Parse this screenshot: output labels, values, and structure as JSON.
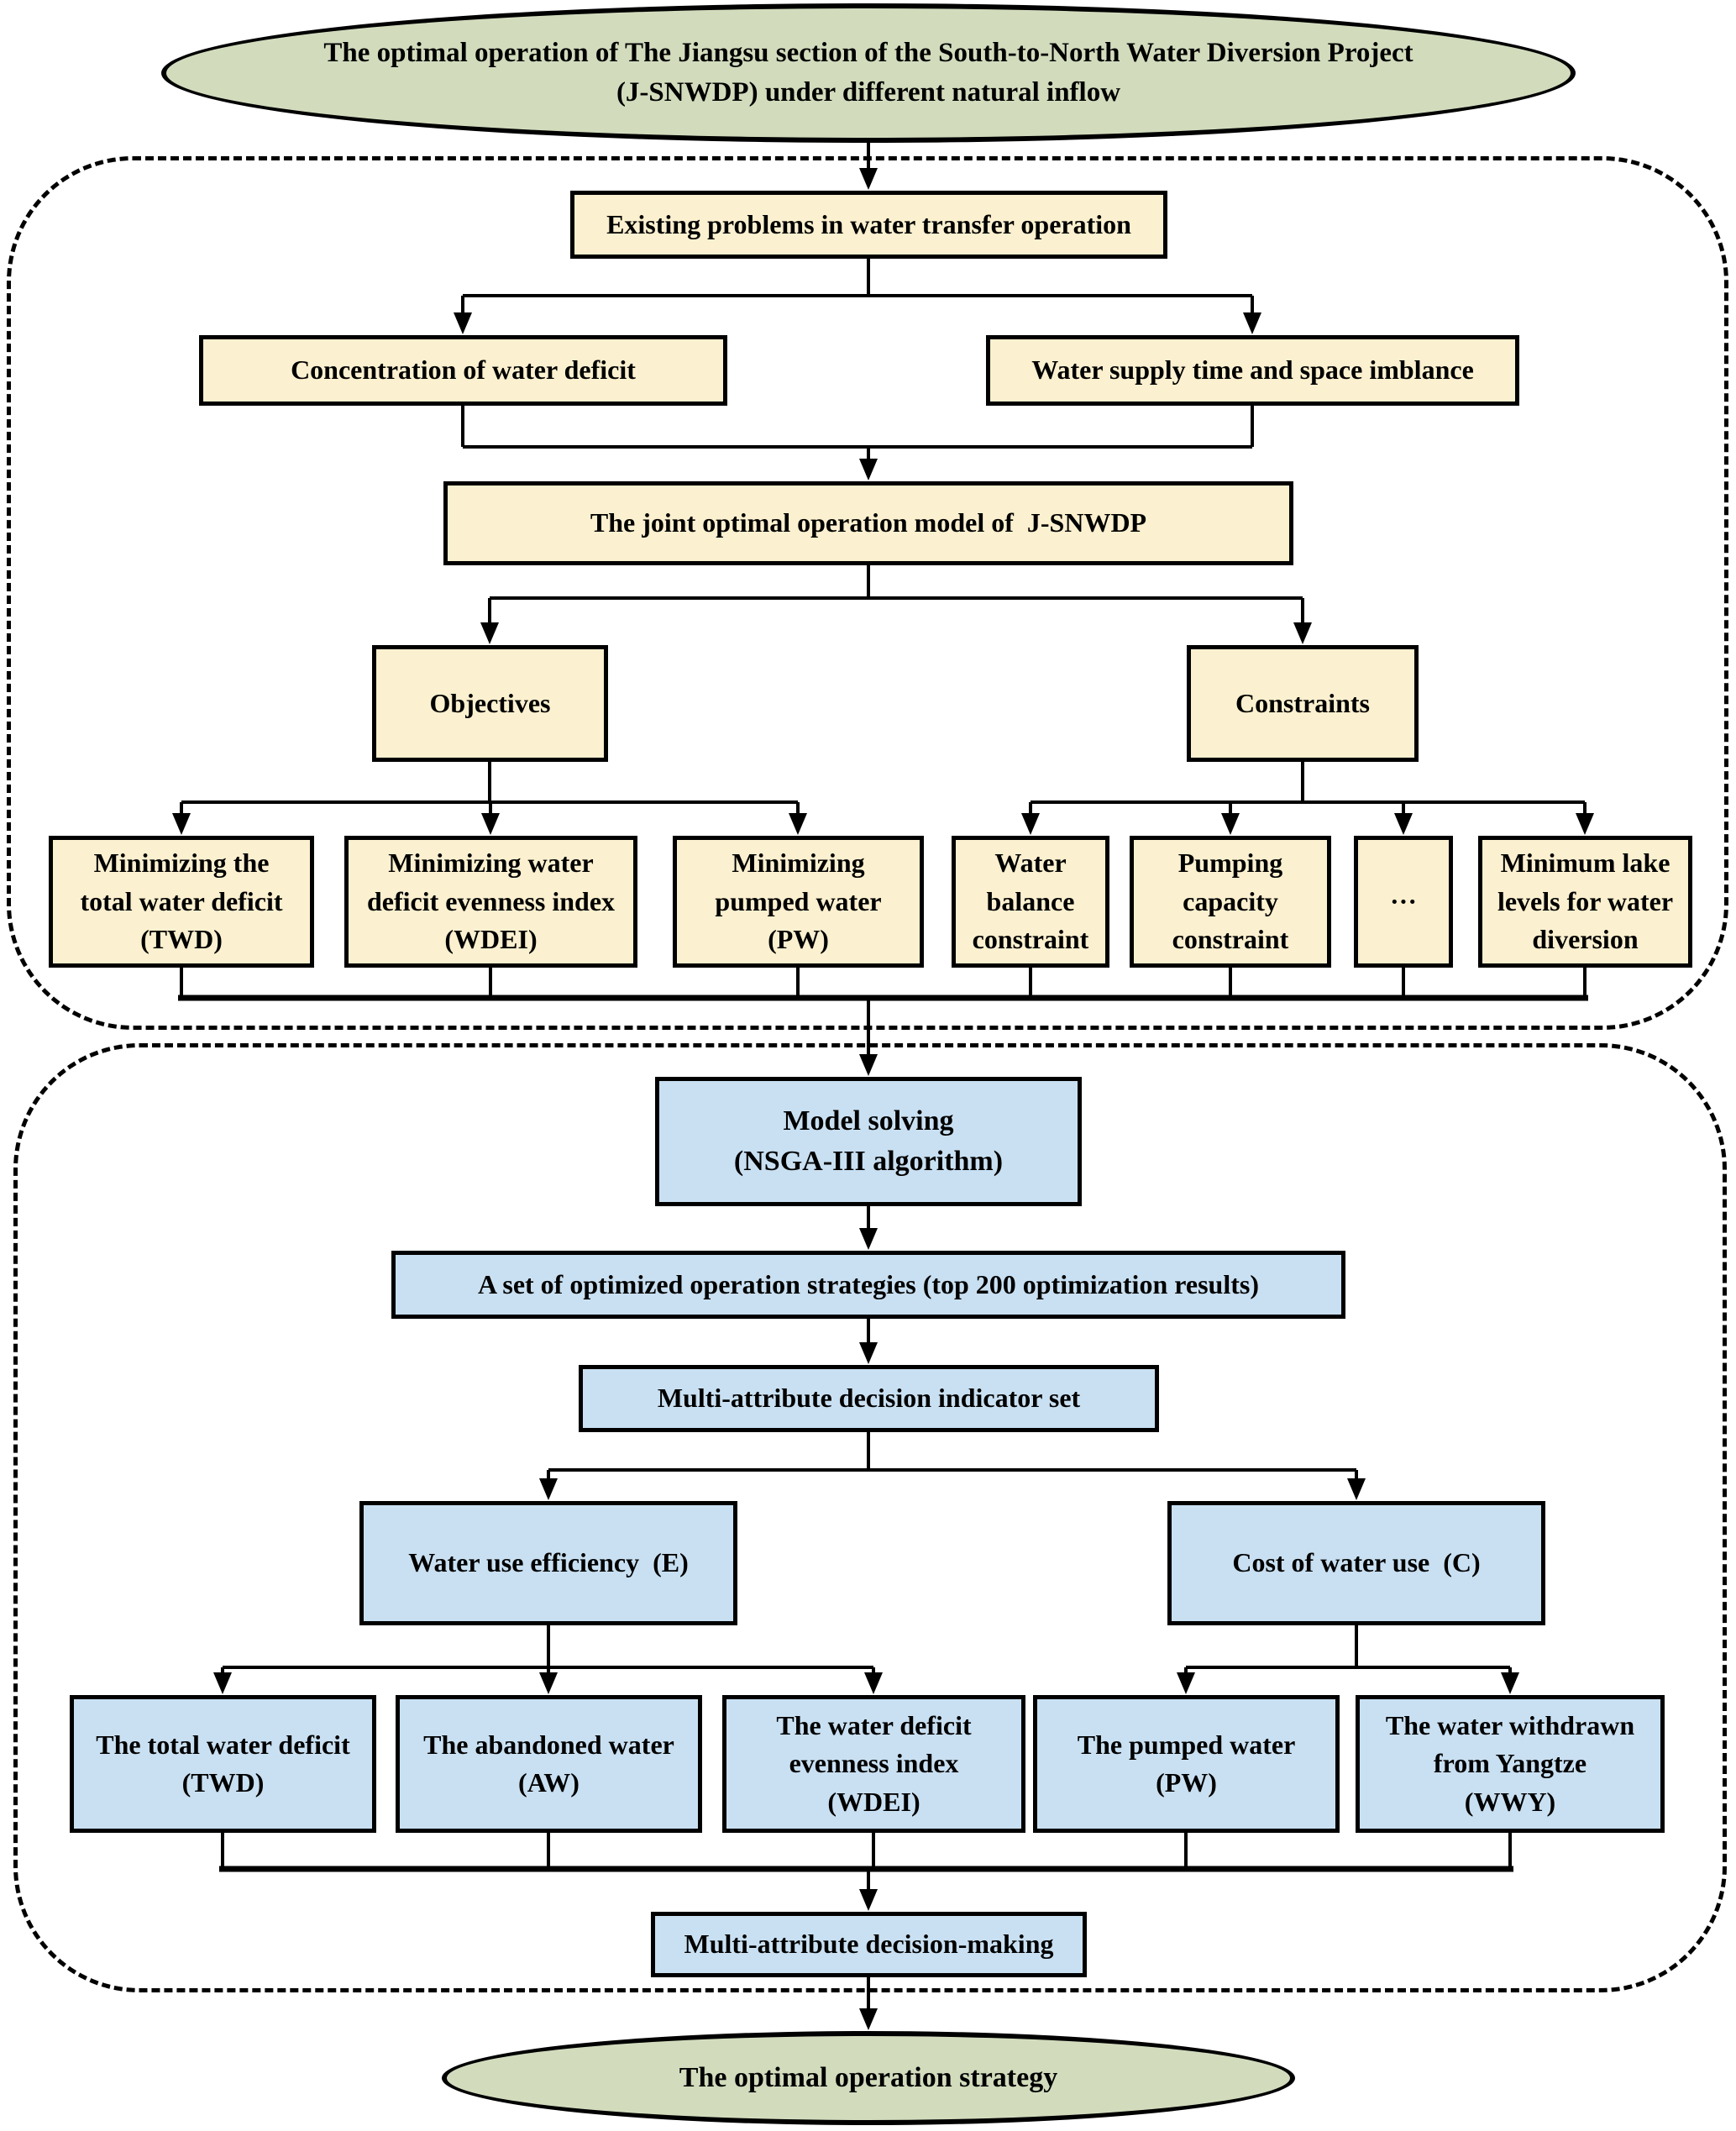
{
  "palette": {
    "node_yellow": "#fbf0cf",
    "node_blue": "#c9e0f2",
    "node_green": "#d2dcbd",
    "line_color": "#000000"
  },
  "flow": {
    "start": "The optimal operation of The Jiangsu section of the South-to-North Water Diversion Project\n(J-SNWDP) under different natural inflow",
    "phase1": {
      "existing_problems": "Existing problems in water transfer operation",
      "concentration": "Concentration of water deficit",
      "water_supply": "Water supply time and space imblance",
      "joint_model": "The joint optimal operation model of  J-SNWDP",
      "objectives": "Objectives",
      "constraints": "Constraints",
      "min_twd": "Minimizing the\ntotal water deficit\n(TWD)",
      "min_wdei": "Minimizing water\ndeficit evenness index\n(WDEI)",
      "min_pw": "Minimizing\npumped water\n(PW)",
      "water_balance": "Water\nbalance\nconstraint",
      "pumping_capacity": "Pumping\ncapacity\nconstraint",
      "ellipsis": "···",
      "min_lake": "Minimum lake\nlevels for water\ndiversion"
    },
    "phase2": {
      "model_solving": "Model solving\n(NSGA-III algorithm)",
      "strategies": "A set of optimized operation strategies (top 200 optimization results)",
      "indicator_set": "Multi-attribute decision indicator set",
      "efficiency": "Water use efficiency  (E)",
      "cost": "Cost of water use  (C)",
      "twd": "The total water deficit\n(TWD)",
      "aw": "The abandoned water\n(AW)",
      "wdei": "The water deficit\nevenness index\n(WDEI)",
      "pw": "The pumped water\n(PW)",
      "wwy": "The water withdrawn\nfrom Yangtze\n(WWY)",
      "madm": "Multi-attribute decision-making"
    },
    "end": "The optimal operation strategy"
  }
}
